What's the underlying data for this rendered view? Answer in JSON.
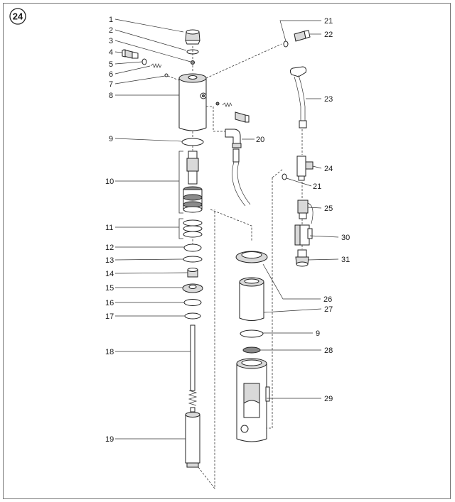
{
  "figure_badge": "24",
  "callouts": [
    {
      "id": "c1",
      "number": "1"
    },
    {
      "id": "c2",
      "number": "2"
    },
    {
      "id": "c3",
      "number": "3"
    },
    {
      "id": "c4",
      "number": "4"
    },
    {
      "id": "c5",
      "number": "5"
    },
    {
      "id": "c6",
      "number": "6"
    },
    {
      "id": "c7",
      "number": "7"
    },
    {
      "id": "c8",
      "number": "8"
    },
    {
      "id": "c9a",
      "number": "9"
    },
    {
      "id": "c10",
      "number": "10"
    },
    {
      "id": "c11",
      "number": "11"
    },
    {
      "id": "c12",
      "number": "12"
    },
    {
      "id": "c13",
      "number": "13"
    },
    {
      "id": "c14",
      "number": "14"
    },
    {
      "id": "c15",
      "number": "15"
    },
    {
      "id": "c16",
      "number": "16"
    },
    {
      "id": "c17",
      "number": "17"
    },
    {
      "id": "c18",
      "number": "18"
    },
    {
      "id": "c19",
      "number": "19"
    },
    {
      "id": "c20",
      "number": "20"
    },
    {
      "id": "c21a",
      "number": "21"
    },
    {
      "id": "c22",
      "number": "22"
    },
    {
      "id": "c23",
      "number": "23"
    },
    {
      "id": "c24",
      "number": "24"
    },
    {
      "id": "c21b",
      "number": "21"
    },
    {
      "id": "c25",
      "number": "25"
    },
    {
      "id": "c30",
      "number": "30"
    },
    {
      "id": "c31",
      "number": "31"
    },
    {
      "id": "c26",
      "number": "26"
    },
    {
      "id": "c27",
      "number": "27"
    },
    {
      "id": "c9b",
      "number": "9"
    },
    {
      "id": "c28",
      "number": "28"
    },
    {
      "id": "c29",
      "number": "29"
    }
  ]
}
